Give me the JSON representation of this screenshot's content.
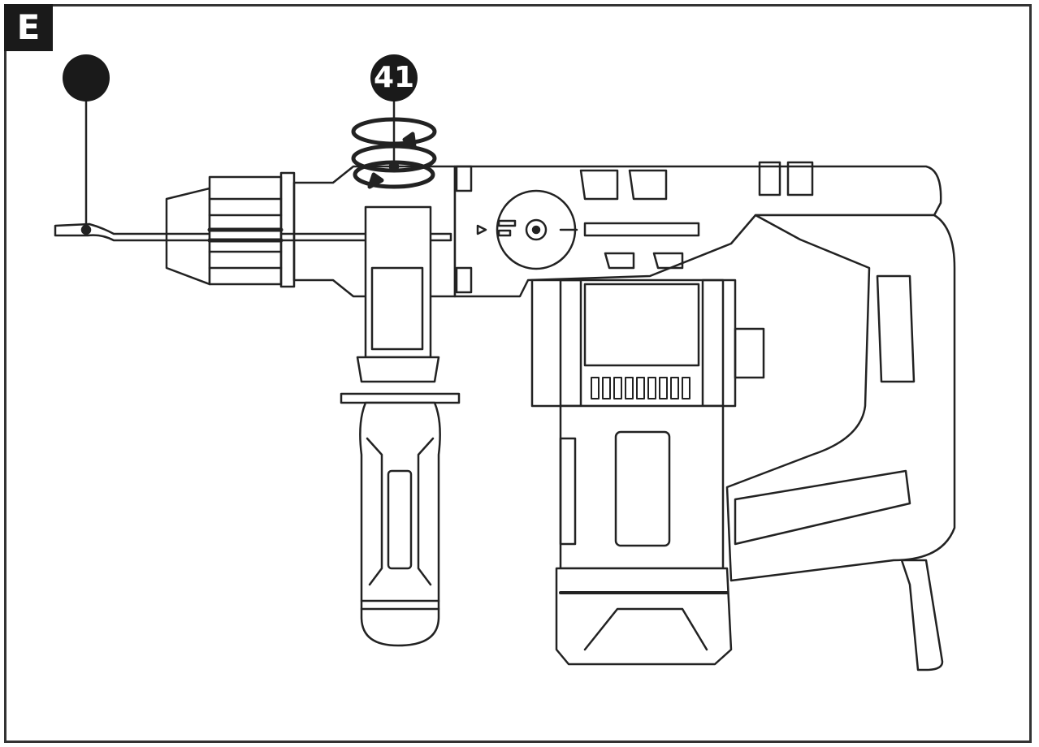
{
  "figure": {
    "label": "E",
    "callouts": [
      {
        "id": "bit",
        "text": ""
      },
      {
        "id": "chuck-rotation",
        "text": "41"
      }
    ]
  },
  "colors": {
    "line": "#222222",
    "fill": "#ffffff",
    "badge": "#1a1a1a"
  }
}
